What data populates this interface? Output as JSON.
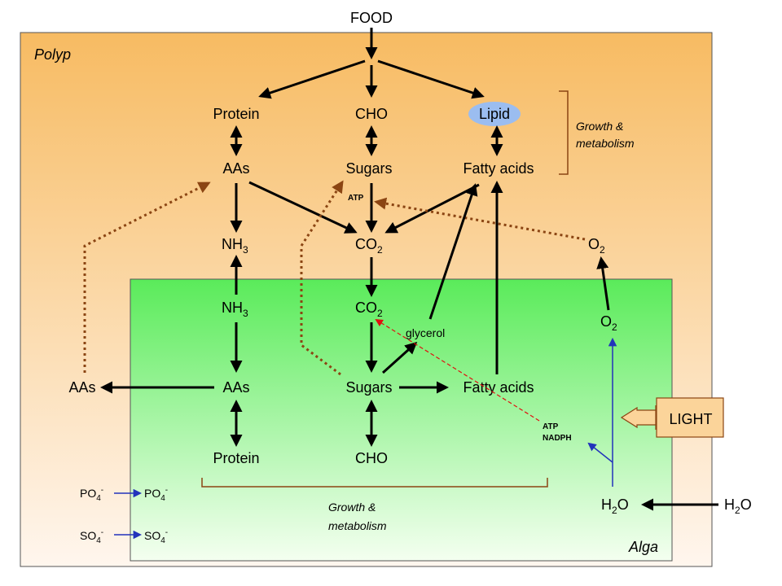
{
  "labels": {
    "food": "FOOD",
    "polyp": "Polyp",
    "alga": "Alga",
    "polyp_protein": "Protein",
    "polyp_cho": "CHO",
    "polyp_lipid": "Lipid",
    "polyp_aas": "AAs",
    "polyp_sugars": "Sugars",
    "polyp_fatty_acids": "Fatty acids",
    "growth_metabolism_polyp": [
      "Growth &",
      "metabolism"
    ],
    "atp_polyp": "ATP",
    "nh_polyp": "NH",
    "co_polyp": "CO",
    "o_polyp": "O",
    "nh_alga": "NH",
    "co_alga": "CO",
    "sub_3": "3",
    "sub_2": "2",
    "glycerol": "glycerol",
    "o_alga": "O",
    "aas_outside": "AAs",
    "alga_aas": "AAs",
    "alga_sugars": "Sugars",
    "alga_fatty_acids": "Fatty acids",
    "light": "LIGHT",
    "atp_alga": "ATP",
    "nadph": "NADPH",
    "alga_protein": "Protein",
    "alga_cho": "CHO",
    "po4_outside": "PO",
    "po4_alga": "PO",
    "so4_outside": "SO",
    "so4_alga": "SO",
    "sub_4": "4",
    "sup_minus": "-",
    "growth_metabolism_alga": [
      "Growth &",
      "metabolism"
    ],
    "h2o_alga_h": "H",
    "h2o_alga_o": "O",
    "h2o_outside_h": "H",
    "h2o_outside_o": "O"
  },
  "colors": {
    "polyp_top": "#f7bb62",
    "polyp_bottom": "#fff6ee",
    "alga_top": "#5aeb5a",
    "alga_bottom": "#f4fff0",
    "lipid_fill": "#9bbdf0",
    "light_fill": "#fbd49a",
    "brown": "#8B4513",
    "red_label": "#e01010",
    "blue": "#2233bb",
    "italic_label": "#7a4d1a",
    "alga_label": "#1a8a1a"
  }
}
